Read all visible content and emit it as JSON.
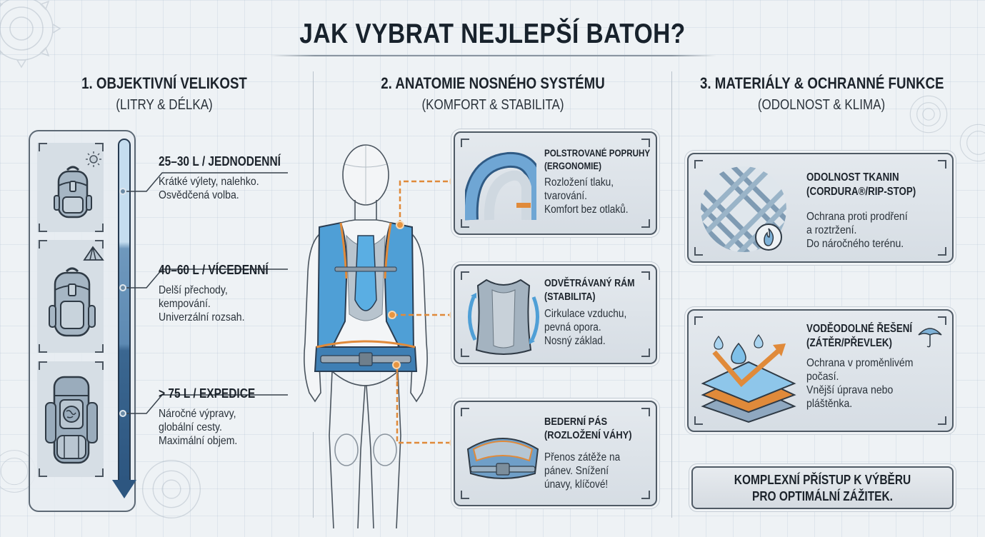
{
  "title": "JAK VYBRAT NEJLEPŠÍ BATOH?",
  "sections": [
    {
      "heading": "1. OBJEKTIVNÍ VELIKOST",
      "subheading": "(LITRY & DÉLKA)",
      "tiers": [
        {
          "label": "25–30 L / JEDNODENNÍ",
          "desc": [
            "Krátké výlety, nalehko.",
            "Osvědčená volba."
          ],
          "icon": "backpack-small-icon",
          "badge_icon": "sun-icon"
        },
        {
          "label": "40–60 L / VÍCEDENNÍ",
          "desc": [
            "Delší přechody,",
            "kempování.",
            "Univerzální rozsah."
          ],
          "icon": "backpack-medium-icon",
          "badge_icon": "tent-icon"
        },
        {
          "label": "> 75 L / EXPEDICE",
          "desc": [
            "Náročné výpravy,",
            "globální cesty.",
            "Maximální objem."
          ],
          "icon": "backpack-large-icon",
          "badge_icon": "globe-icon"
        }
      ]
    },
    {
      "heading": "2. ANATOMIE NOSNÉHO SYSTÉMU",
      "subheading": "(KOMFORT & STABILITA)",
      "figure": "human-figure-with-backpack-harness",
      "cards": [
        {
          "title": [
            "POLSTROVANÉ POPRUHY",
            "(ERGONOMIE)"
          ],
          "desc": [
            "Rozložení tlaku,",
            "tvarování.",
            "Komfort bez otlaků."
          ],
          "icon": "padded-strap-icon"
        },
        {
          "title": [
            "ODVĚTRÁVANÝ RÁM",
            "(STABILITA)"
          ],
          "desc": [
            "Cirkulace vzduchu,",
            "pevná opora.",
            "Nosný základ."
          ],
          "icon": "ventilated-frame-icon"
        },
        {
          "title": [
            "BEDERNÍ PÁS",
            "(ROZLOŽENÍ VÁHY)"
          ],
          "desc": [
            "Přenos zátěže na",
            "pánev. Snížení",
            "únavy, klíčové!"
          ],
          "icon": "hip-belt-icon"
        }
      ]
    },
    {
      "heading": "3. MATERIÁLY & OCHRANNÉ FUNKCE",
      "subheading": "(ODOLNOST & KLIMA)",
      "cards": [
        {
          "title": [
            "ODOLNOST TKANIN",
            "(CORDURA®/RIP-STOP)"
          ],
          "desc": [
            "Ochrana proti prodření",
            "a roztržení.",
            "Do náročného terénu."
          ],
          "icon": "woven-fabric-icon",
          "badge_icon": "flame-icon"
        },
        {
          "title": [
            "VODĚODOLNÉ ŘEŠENÍ",
            "(ZÁTĚR/PŘEVLEK)"
          ],
          "desc": [
            "Ochrana v proměnlivém",
            "počasí.",
            "Vnější úprava nebo",
            "pláštěnka."
          ],
          "icon": "waterproof-layers-icon",
          "badge_icon": "umbrella-icon"
        }
      ],
      "summary": [
        "KOMPLEXNÍ PŘÍSTUP K VÝBĚRU",
        "PRO OPTIMÁLNÍ ZÁŽITEK."
      ]
    }
  ],
  "colors": {
    "accent_orange": "#e89540",
    "accent_blue": "#4f9fd6",
    "dark_blue": "#2d5680",
    "text_dark": "#1c232b",
    "background": "#eef2f5"
  }
}
